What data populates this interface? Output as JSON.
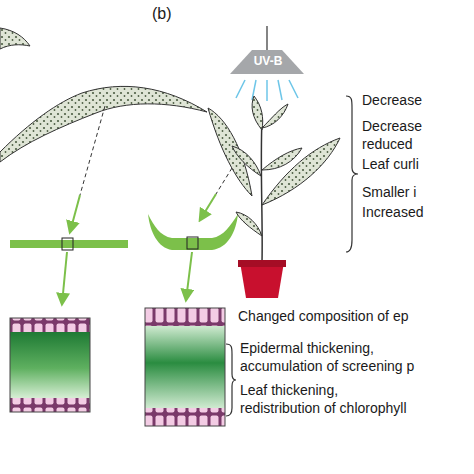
{
  "diagram": {
    "labels": [
      "(b)",
      "UV-B",
      "Decrease",
      "Decrease reduced",
      "Leaf curli",
      "Smaller i",
      "Increased",
      "Changed composition of ep",
      "Epidermal thickening, accumulation of screening p",
      "Leaf thickening, redistribution of chlorophyll"
    ]
  }
}
